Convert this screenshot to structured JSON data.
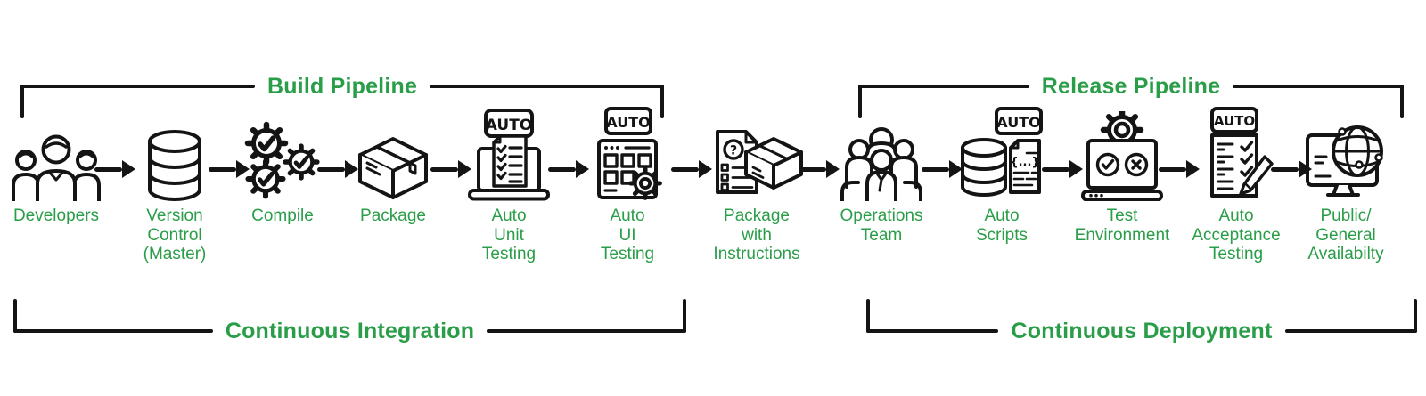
{
  "palette": {
    "green": "#2a9d48",
    "ink": "#141414"
  },
  "brackets": {
    "build_pipeline": "Build Pipeline",
    "release_pipeline": "Release Pipeline",
    "continuous_integration": "Continuous Integration",
    "continuous_deployment": "Continuous Deployment"
  },
  "icon_text": {
    "auto_badge": "AUTO",
    "question_mark": "?",
    "code_braces": "{...}"
  },
  "steps": [
    {
      "icon": "developers-team-icon",
      "label": "Developers"
    },
    {
      "icon": "version-control-database-icon",
      "label": "Version\nControl\n(Master)"
    },
    {
      "icon": "compile-gears-icon",
      "label": "Compile"
    },
    {
      "icon": "package-box-icon",
      "label": "Package"
    },
    {
      "icon": "auto-unit-testing-laptop-icon",
      "label": "Auto\nUnit\nTesting"
    },
    {
      "icon": "auto-ui-testing-window-icon",
      "label": "Auto\nUI\nTesting"
    },
    {
      "icon": "package-with-instructions-icon",
      "label": "Package\nwith\nInstructions"
    },
    {
      "icon": "operations-team-icon",
      "label": "Operations\nTeam"
    },
    {
      "icon": "auto-scripts-database-icon",
      "label": "Auto\nScripts"
    },
    {
      "icon": "test-environment-laptop-icon",
      "label": "Test\nEnvironment"
    },
    {
      "icon": "auto-acceptance-testing-icon",
      "label": "Auto\nAcceptance\nTesting"
    },
    {
      "icon": "public-general-availability-icon",
      "label": "Public/\nGeneral\nAvailabilty"
    }
  ]
}
